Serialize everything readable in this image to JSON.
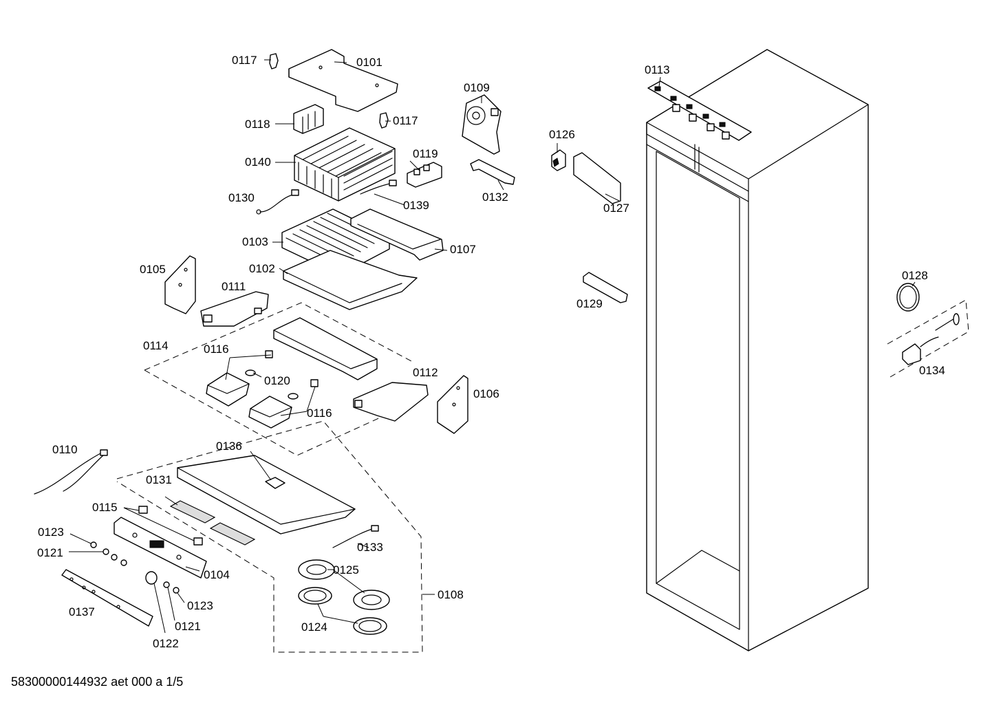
{
  "footer": "58300000144932 aet 000 a 1/5",
  "labels": {
    "l0101": "0101",
    "l0102": "0102",
    "l0103": "0103",
    "l0104": "0104",
    "l0105": "0105",
    "l0106": "0106",
    "l0107": "0107",
    "l0108": "0108",
    "l0109": "0109",
    "l0110": "0110",
    "l0111": "0111",
    "l0112": "0112",
    "l0113": "0113",
    "l0114": "0114",
    "l0115": "0115",
    "l0116": "0116",
    "l0117": "0117",
    "l0118": "0118",
    "l0119": "0119",
    "l0120": "0120",
    "l0121": "0121",
    "l0122": "0122",
    "l0123": "0123",
    "l0124": "0124",
    "l0125": "0125",
    "l0126": "0126",
    "l0127": "0127",
    "l0128": "0128",
    "l0129": "0129",
    "l0130": "0130",
    "l0131": "0131",
    "l0132": "0132",
    "l0133": "0133",
    "l0134": "0134",
    "l0136": "0136",
    "l0137": "0137",
    "l0139": "0139",
    "l0140": "0140"
  }
}
